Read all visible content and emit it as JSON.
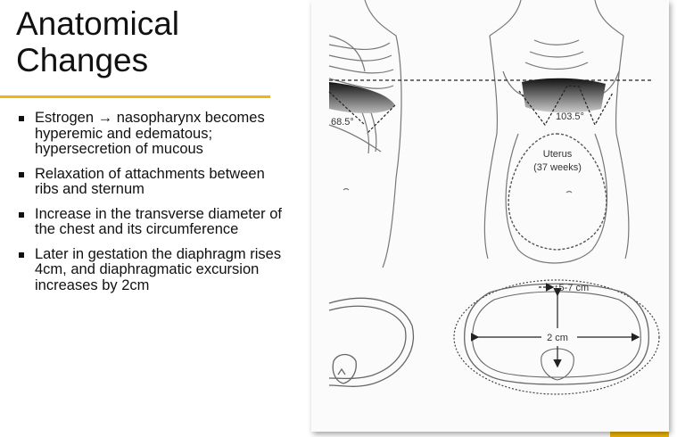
{
  "slide": {
    "title_line1": "Anatomical",
    "title_line2": "Changes",
    "bullets": [
      "Estrogen → nasopharynx becomes hyperemic and edematous;  hypersecretion of mucous",
      "Relaxation of attachments between ribs and sternum",
      "Increase in the transverse diameter of the chest and its circumference",
      "Later in gestation the diaphragm rises 4cm, and diaphragmatic excursion increases by 2cm"
    ]
  },
  "figure": {
    "label_cm_left": "cm",
    "angle_left": "68.5°",
    "angle_right": "103.5°",
    "uterus_line1": "Uterus",
    "uterus_line2": "(37 weeks)",
    "circumference_label": "↑5-7 cm",
    "diameter_label": "2 cm"
  },
  "colors": {
    "accent": "#f2b705",
    "text": "#111111"
  }
}
